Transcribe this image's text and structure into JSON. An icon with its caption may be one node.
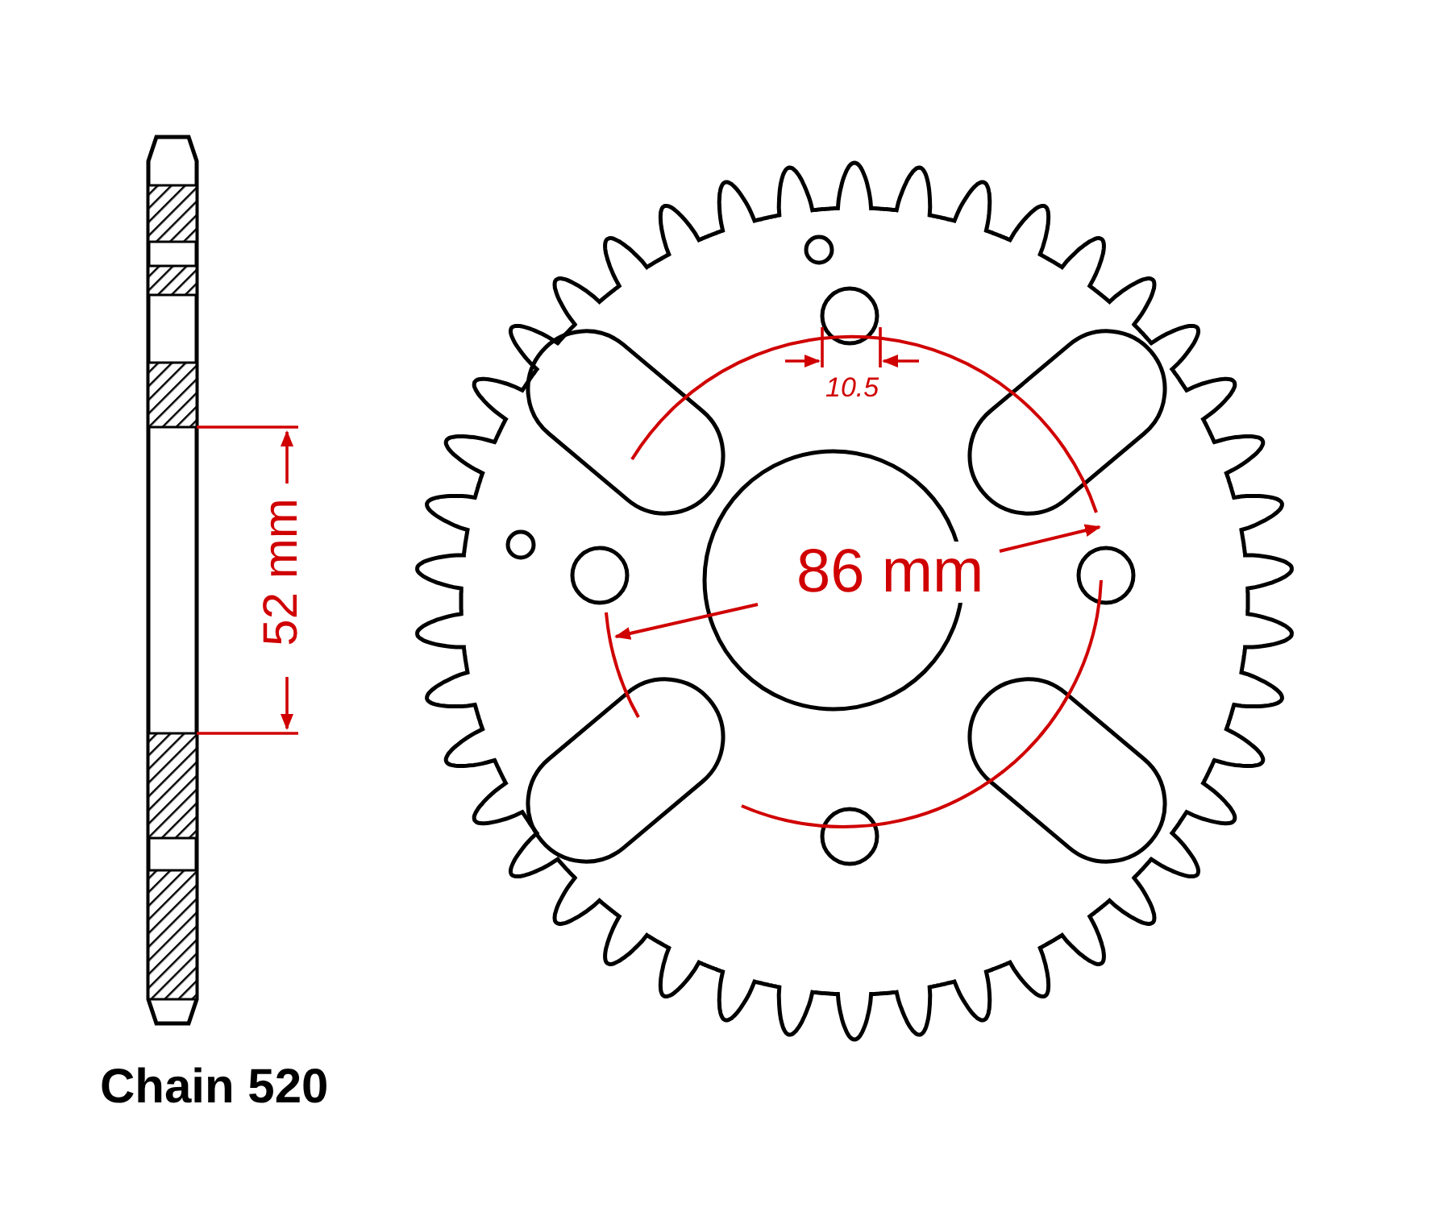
{
  "diagram": {
    "labels": [
      "52 mm",
      "10.5",
      "86 mm",
      "Chain 520"
    ]
  }
}
